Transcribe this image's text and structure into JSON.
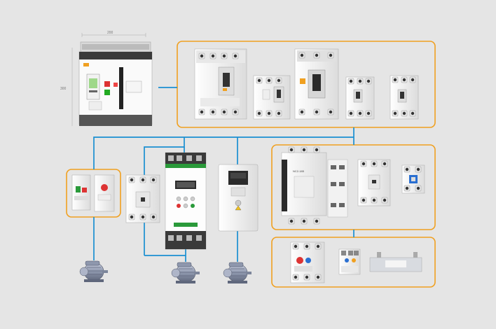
{
  "colors": {
    "background": "#e5e5e5",
    "wire": "#1a8fd1",
    "group_border": "#f0a020",
    "device_body": "#f7f7f7",
    "motor": "#9aa3b7"
  },
  "acb": {
    "dim_width": "200",
    "dim_height": "300"
  },
  "groups": [
    {
      "name": "mccb-group",
      "icon": "molded-case-breakers"
    },
    {
      "name": "contactor-group",
      "icon": "ac-contactors"
    },
    {
      "name": "relay-group",
      "icon": "thermal-relays-and-terminals"
    },
    {
      "name": "protector-group",
      "icon": "motor-protection-breakers"
    }
  ],
  "contactor": {
    "label": "NC2-185"
  },
  "motors": [
    {
      "icon": "motor-icon"
    },
    {
      "icon": "motor-icon"
    },
    {
      "icon": "motor-icon"
    }
  ]
}
